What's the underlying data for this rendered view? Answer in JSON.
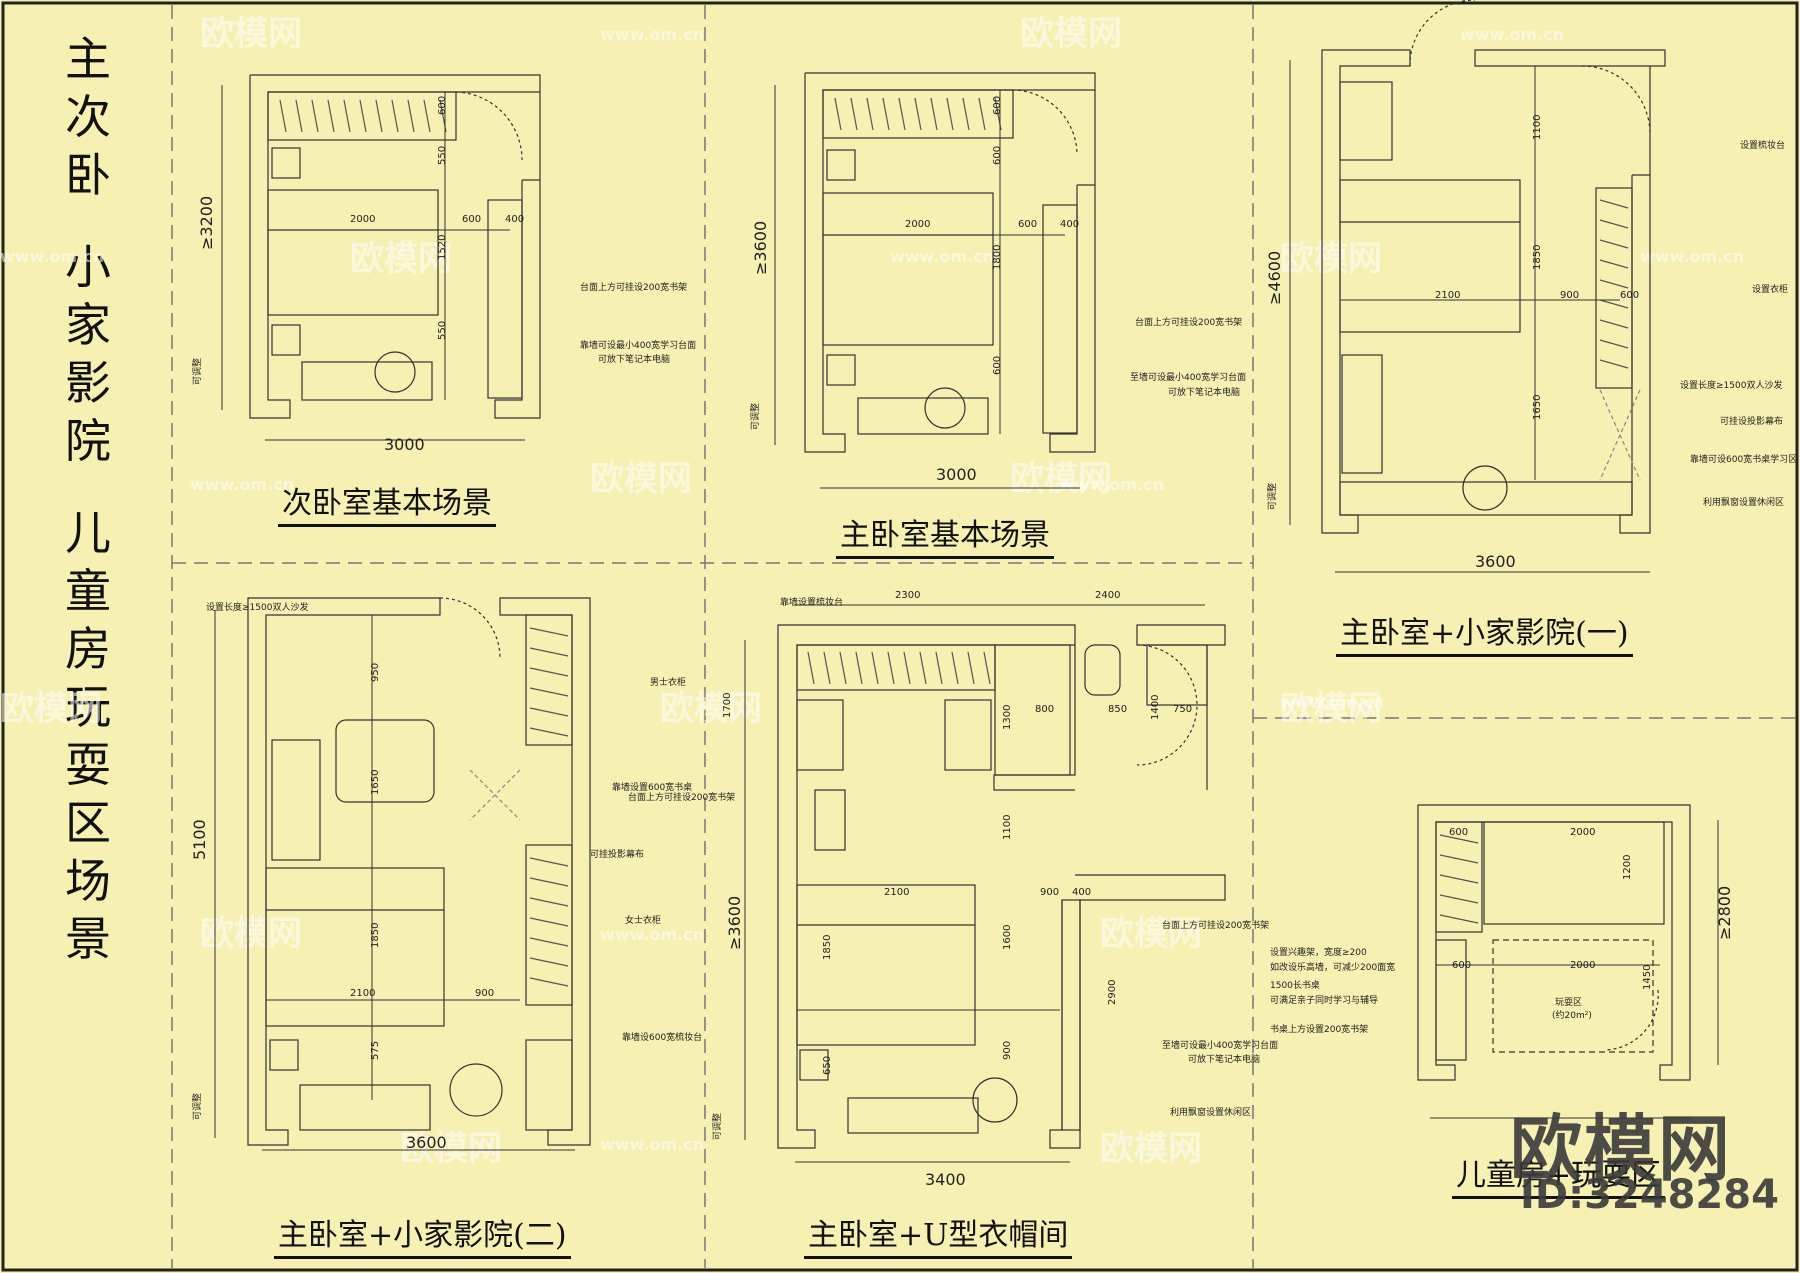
{
  "sheet_title": [
    "主",
    "次",
    "卧",
    "",
    "小",
    "家",
    "影",
    "院",
    "",
    "儿",
    "童",
    "房",
    "玩",
    "耍",
    "区",
    "场",
    "景"
  ],
  "watermark": {
    "brand": "欧模网",
    "url": "www.om.cn",
    "url_short": "om.cn"
  },
  "logo": {
    "brand": "欧模网",
    "id": "ID:3248284"
  },
  "plans": [
    {
      "caption": "次卧室基本场景",
      "width_dim": "3000",
      "depth_dim": "≥3200",
      "dims": [
        "600",
        "550",
        "2000",
        "600",
        "400",
        "1520",
        "550"
      ],
      "notes": [
        "台面上方可挂设200宽书架",
        "靠墙可设最小400宽学习台面",
        "可放下笔记本电脑"
      ],
      "side": "可调整"
    },
    {
      "caption": "主卧室基本场景",
      "width_dim": "3000",
      "depth_dim": "≥3600",
      "dims": [
        "600",
        "600",
        "2000",
        "600",
        "400",
        "1800",
        "600"
      ],
      "notes": [
        "台面上方可挂设200宽书架",
        "至墙可设最小400宽学习台面",
        "可放下笔记本电脑"
      ],
      "side": "可调整"
    },
    {
      "caption": "主卧室+小家影院(一)",
      "width_dim": "3600",
      "depth_dim": "≥4600",
      "dims": [
        "1100",
        "1850",
        "2100",
        "900",
        "600",
        "1650"
      ],
      "notes": [
        "设置梳妆台",
        "设置衣柜",
        "设置长度≥1500双人沙发",
        "可挂设投影幕布",
        "靠墙可设600宽书桌学习区",
        "利用飘窗设置休闲区"
      ],
      "side": "可调整"
    },
    {
      "caption": "主卧室+小家影院(二)",
      "width_dim": "3600",
      "depth_dim": "5100",
      "dims": [
        "950",
        "1650",
        "1850",
        "2100",
        "900",
        "575"
      ],
      "notes": [
        "设置长度≥1500双人沙发",
        "男士衣柜",
        "靠墙设置600宽书桌",
        "台面上方可挂设200宽书架",
        "可挂投影幕布",
        "女士衣柜",
        "靠墙设600宽梳妆台"
      ],
      "side": "可调整"
    },
    {
      "caption": "主卧室+U型衣帽间",
      "width_dim": "3400",
      "depth_dim": "≥3600",
      "dims": [
        "2300",
        "2400",
        "1700",
        "800",
        "850",
        "750",
        "1300",
        "1400",
        "1100",
        "2100",
        "900",
        "400",
        "1850",
        "1600",
        "900",
        "650",
        "2900"
      ],
      "notes": [
        "靠墙设置梳妆台",
        "台面上方可挂设200宽书架",
        "至墙可设最小400宽学习台面",
        "可放下笔记本电脑",
        "利用飘窗设置休闲区"
      ],
      "side": "可调整"
    },
    {
      "caption": "儿童房+玩耍区",
      "width_dim": "",
      "depth_dim": "≥2800",
      "dims": [
        "600",
        "2000",
        "1200",
        "600",
        "2000",
        "1450"
      ],
      "notes": [
        "设置兴趣架，宽度≥200",
        "如改设乐高墙，可减少200面宽",
        "1500长书桌",
        "可满足亲子同时学习与辅导",
        "书桌上方设置200宽书架"
      ],
      "area": "玩耍区",
      "area2": "(约20m²)"
    }
  ]
}
